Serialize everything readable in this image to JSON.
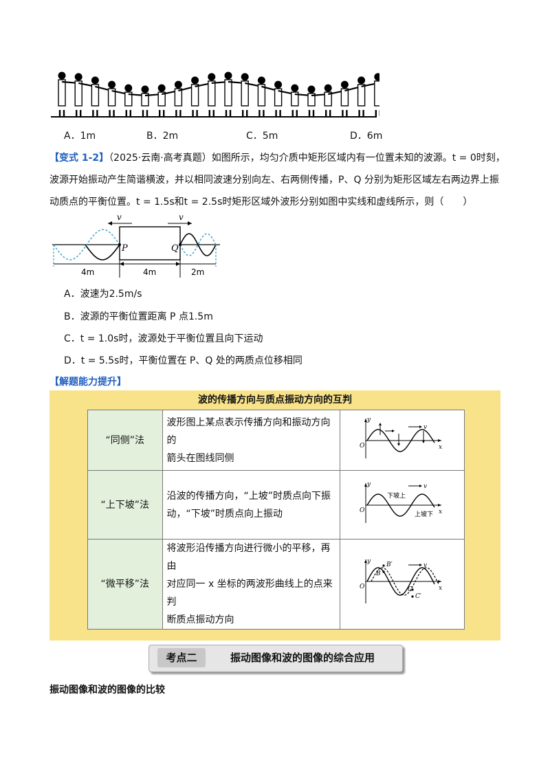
{
  "q1_options": [
    {
      "label": "A．",
      "value": "1m"
    },
    {
      "label": "B．",
      "value": "2m"
    },
    {
      "label": "C．",
      "value": "5m"
    },
    {
      "label": "D．",
      "value": "6m"
    }
  ],
  "variant": {
    "tag": "【变式 1-2】",
    "source": "（2025·云南·高考真题）",
    "line1": "如图所示，均匀介质中矩形区域内有一位置未知的波源。t = 0时刻，",
    "line2": "波源开始振动产生简谐横波，并以相同波速分别向左、右两侧传播，P、Q 分别为矩形区域左右两边界上振",
    "line3": "动质点的平衡位置。t = 1.5s和t = 2.5s时矩形区域外波形分别如图中实线和虚线所示，则（　　）"
  },
  "figure": {
    "v_left": "v",
    "v_right": "v",
    "label_p": "P",
    "label_q": "Q",
    "dim_left": "4m",
    "dim_middle": "4m",
    "dim_right": "2m"
  },
  "q2_options": [
    {
      "label": "A．",
      "value": "波速为2.5m/s"
    },
    {
      "label": "B．",
      "value": "波源的平衡位置距离 P 点1.5m"
    },
    {
      "label": "C．",
      "value": "t = 1.0s时，波源处于平衡位置且向下运动"
    },
    {
      "label": "D．",
      "value": "t = 5.5s时，平衡位置在 P、Q 处的两质点位移相同"
    }
  ],
  "ability": {
    "heading": "【解题能力提升】",
    "band_title": "波的传播方向与质点振动方向的互判",
    "methods": [
      {
        "name": "“同侧”法",
        "desc": [
          "波形图上某点表示传播方向和振动方向的",
          "箭头在图线同侧"
        ]
      },
      {
        "name": "“上下坡”法",
        "desc": [
          "沿波的传播方向，“上坡”时质点向下振",
          "动，“下坡”时质点向上振动"
        ]
      },
      {
        "name": "“微平移”法",
        "desc": [
          "将波形沿传播方向进行微小的平移，再由",
          "对应同一 x 坐标的两波形曲线上的点来判",
          "断质点振动方向"
        ]
      }
    ],
    "fig_labels": {
      "y": "y",
      "x": "x",
      "o": "O",
      "v": "v",
      "down_up": "下坡上",
      "up_down": "上坡下",
      "b": "B",
      "b_prime": "B′",
      "c": "C",
      "c_prime": "C′"
    }
  },
  "topic": {
    "tag": "考点二",
    "title": "振动图像和波的图像的综合应用"
  },
  "section_heading": "振动图像和波的图像的比较",
  "colors": {
    "band": "#f8e38a",
    "method_cell": "#e3f0dc",
    "accent_blue": "#1f5fbf",
    "wave_dashed": "#3aa6c9"
  }
}
